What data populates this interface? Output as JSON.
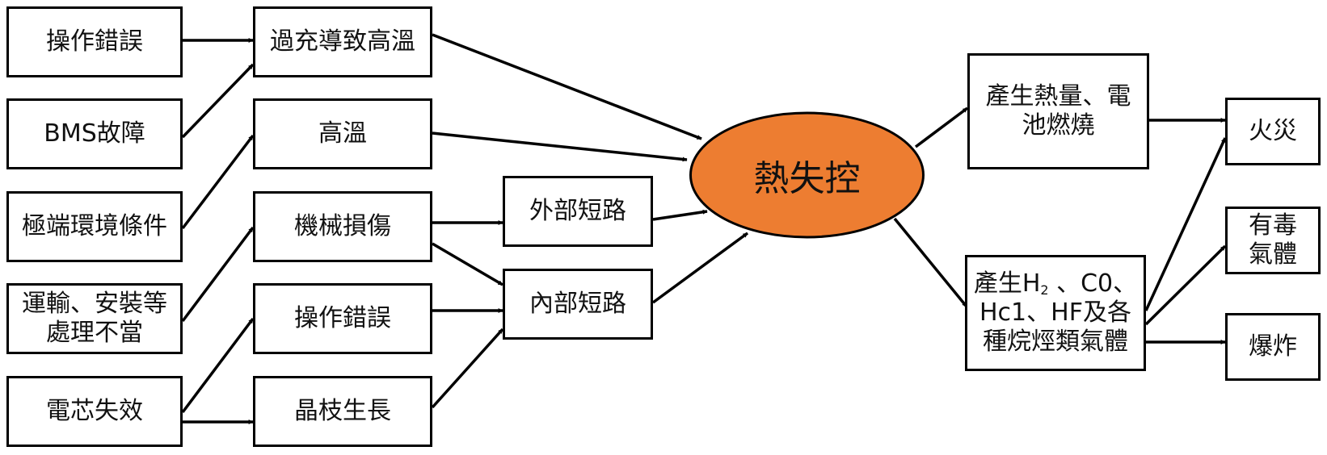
{
  "causes": {
    "operation_error": "操作錯誤",
    "bms_failure": "BMS故障",
    "extreme_env": "極端環境條件",
    "transport_line1": "運輸、安裝等",
    "transport_line2": "處理不當",
    "cell_failure": "電芯失效"
  },
  "mechanisms": {
    "overcharge": "過充導致高溫",
    "high_temp": "高溫",
    "mech_damage": "機械損傷",
    "operation_error": "操作錯誤",
    "dendrite": "晶枝生長"
  },
  "short_circuits": {
    "external": "外部短路",
    "internal": "內部短路"
  },
  "center": {
    "label": "熱失控",
    "fill": "#ED7D31"
  },
  "effects": {
    "heat_line1": "產生熱量、電",
    "heat_line2": "池燃燒",
    "gas_l1_a": "產生H",
    "gas_l1_sub": "2",
    "gas_l1_b": " 、C0、",
    "gas_line2": "Hc1、HF及各",
    "gas_line3": "種烷烴類氣體"
  },
  "outcomes": {
    "fire": "火災",
    "toxic_line1": "有毒",
    "toxic_line2": "氣體",
    "explosion": "爆炸"
  }
}
